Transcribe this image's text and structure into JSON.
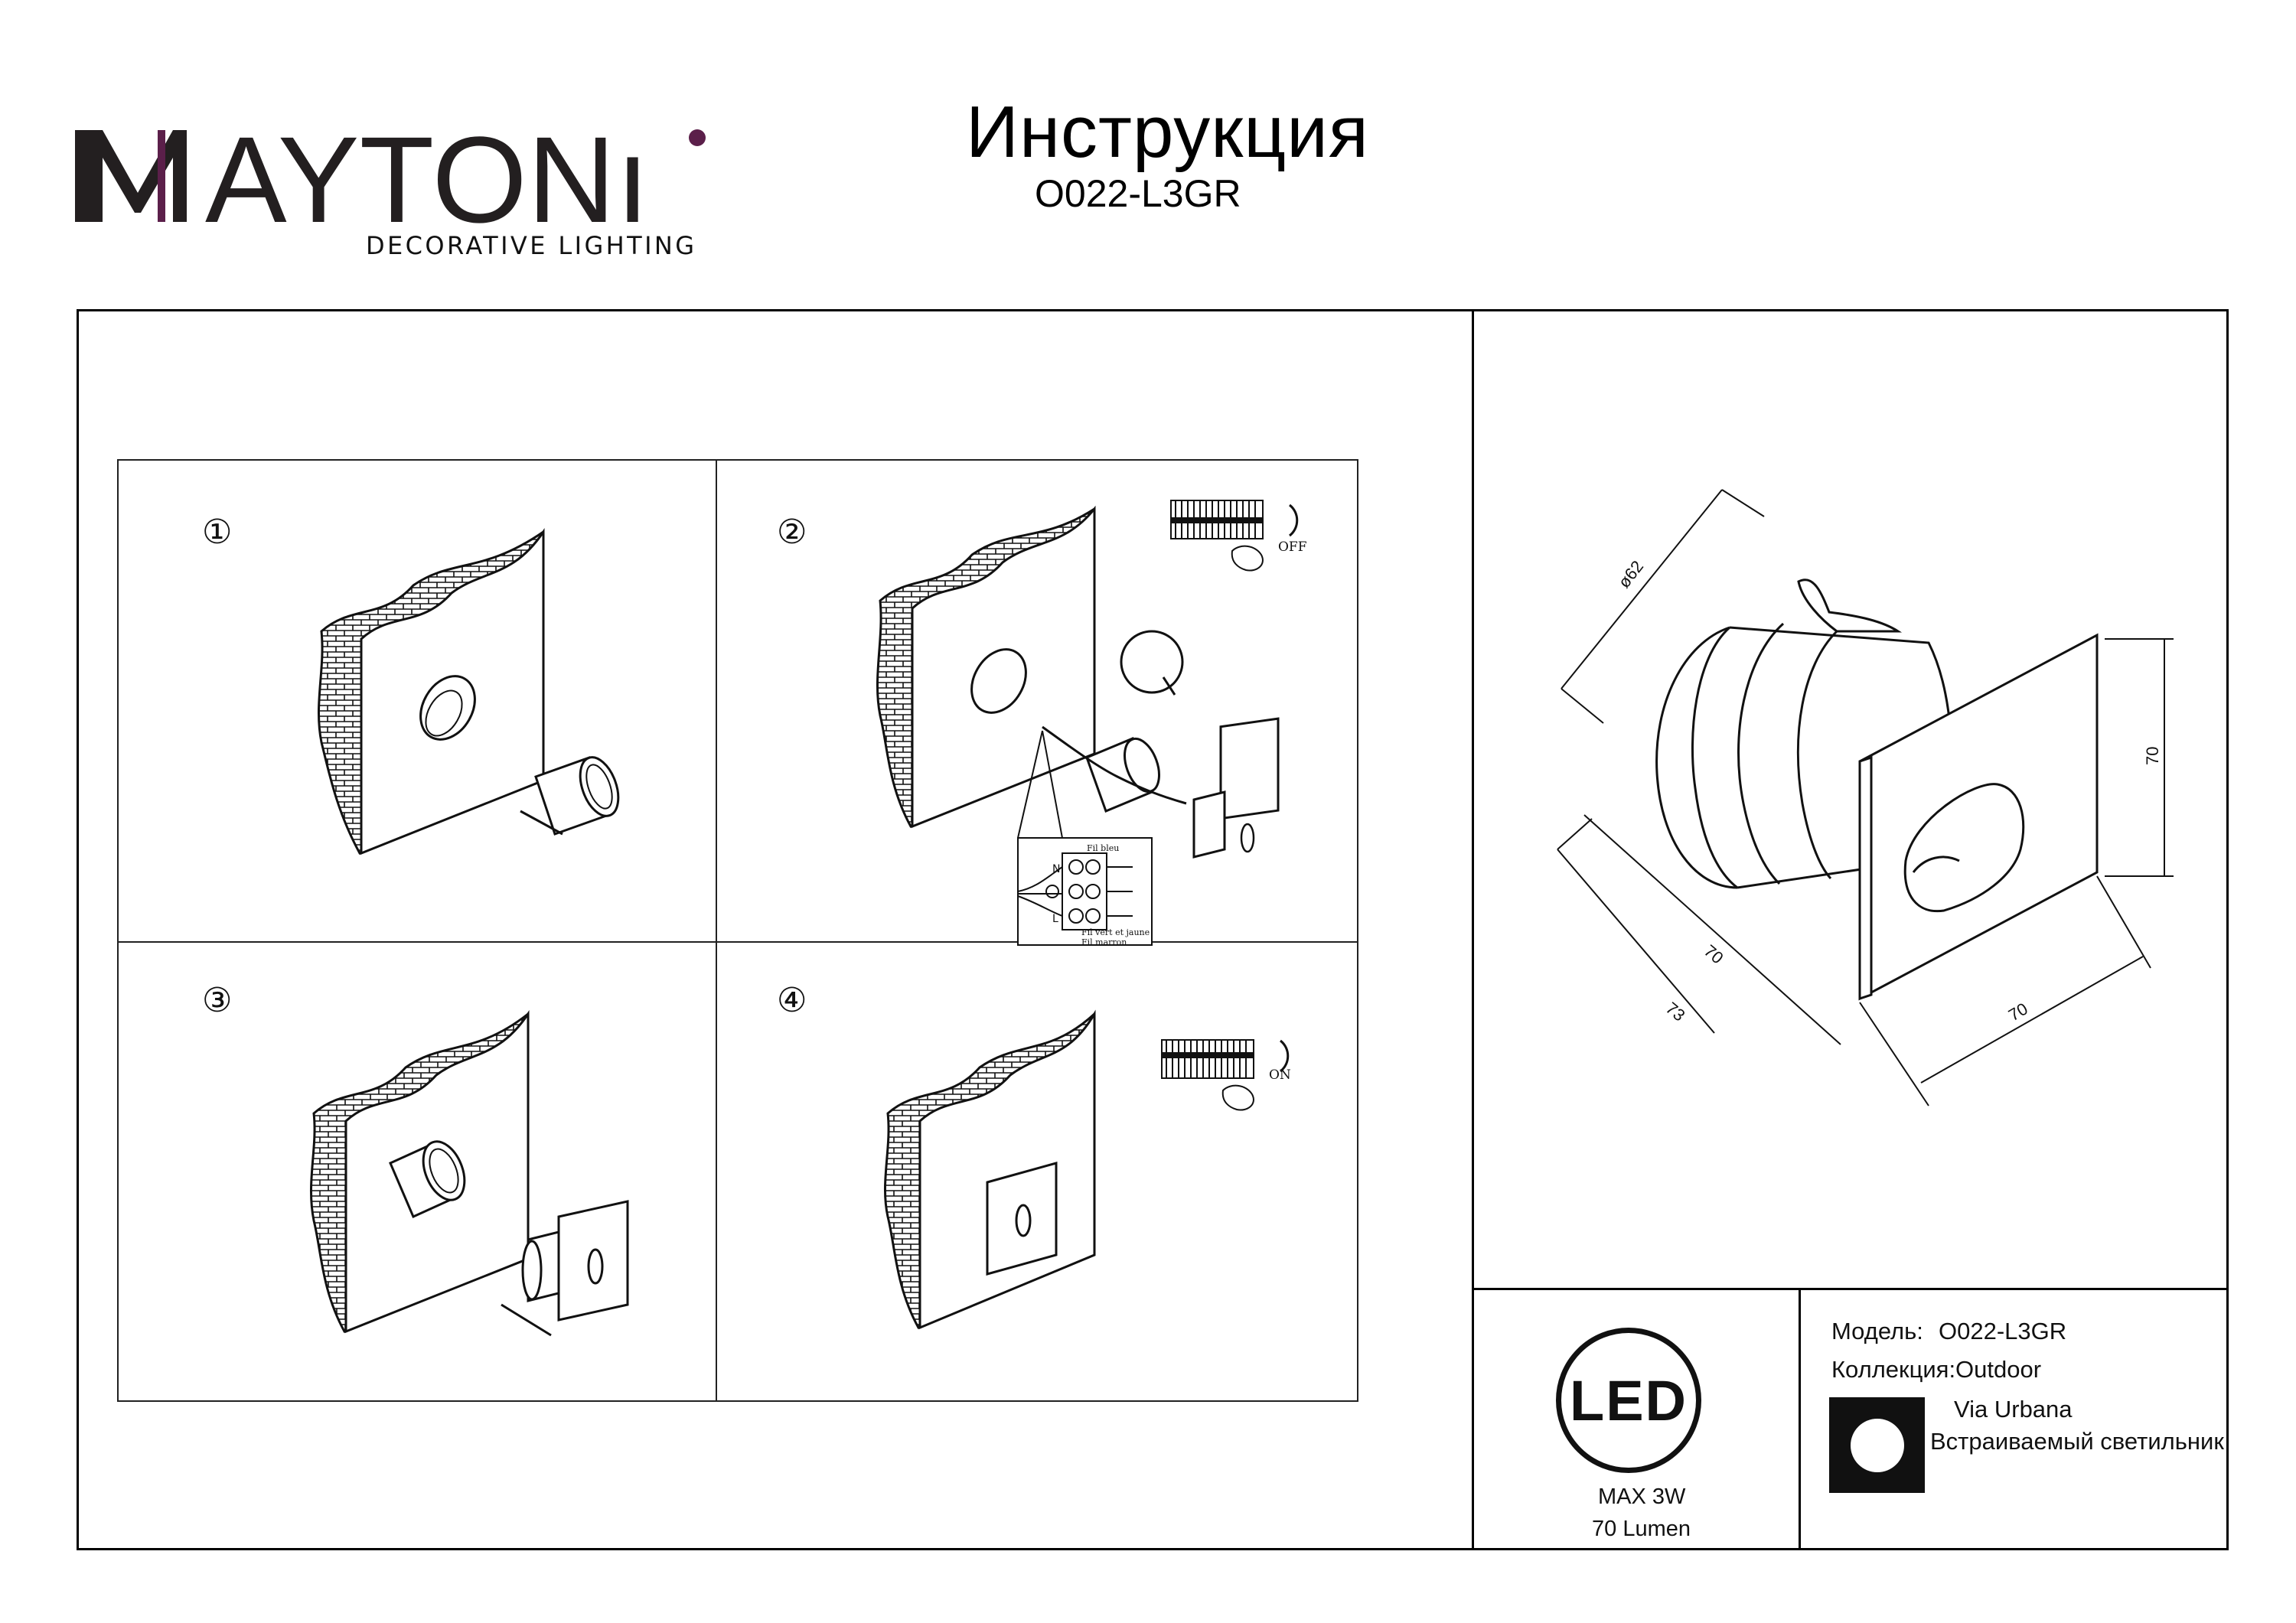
{
  "header": {
    "brand": "MAYTONI",
    "brand_tagline": "DECORATIVE LIGHTING",
    "title": "Инструкция",
    "model": "O022-L3GR"
  },
  "steps": [
    {
      "number": "①"
    },
    {
      "number": "②",
      "switch_label": "OFF",
      "wiring": {
        "n_label": "N",
        "l_label": "L",
        "wire_blue": "Fil bleu",
        "wire_ground": "Fil vert et jaune",
        "wire_brown": "Fil marron"
      }
    },
    {
      "number": "③"
    },
    {
      "number": "④",
      "switch_label": "ON"
    }
  ],
  "dimensions": {
    "diameter": "ø62",
    "height": "70",
    "width": "70",
    "depth_front": "70",
    "depth_total": "73"
  },
  "specs": {
    "badge": "LED",
    "power": "MAX 3W",
    "lumen": "70 Lumen"
  },
  "product": {
    "model_label": "Модель:",
    "model_value": "O022-L3GR",
    "collection_label": "Коллекция:",
    "collection_value": "Outdoor",
    "series": "Via Urbana",
    "type": "Встраиваемый светильник"
  },
  "colors": {
    "accent_dot": "#5b1f4a"
  }
}
